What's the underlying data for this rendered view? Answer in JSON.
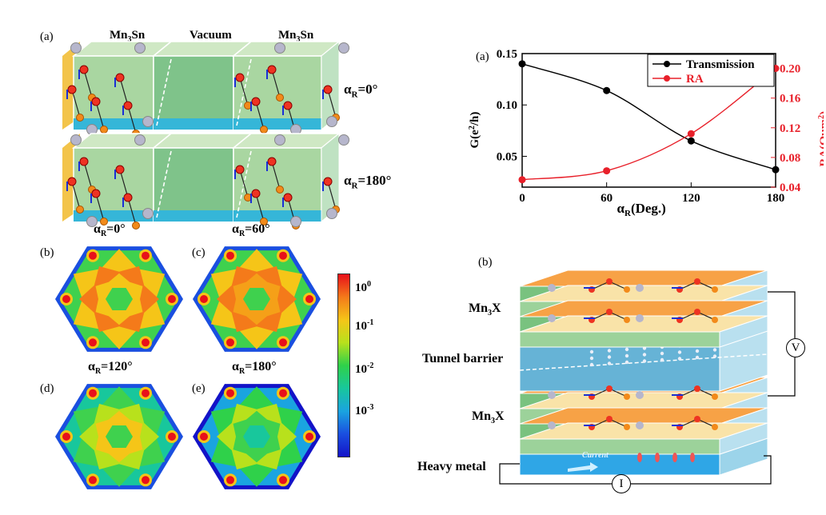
{
  "panel_a_structure": {
    "label": "(a)",
    "layers": [
      "Mn",
      "3",
      "Sn",
      "Vacuum"
    ],
    "angle_top": {
      "alpha": "α",
      "sub": "R",
      "value": "=0°"
    },
    "angle_bottom": {
      "alpha": "α",
      "sub": "R",
      "value": "=180°"
    }
  },
  "hex_panels": [
    {
      "label": "(b)",
      "title_alpha": "α",
      "title_sub": "R",
      "title_value": "=0°",
      "variant": 0
    },
    {
      "label": "(c)",
      "title_alpha": "α",
      "title_sub": "R",
      "title_value": "=60°",
      "variant": 1
    },
    {
      "label": "(d)",
      "title_alpha": "α",
      "title_sub": "R",
      "title_value": "=120°",
      "variant": 2
    },
    {
      "label": "(e)",
      "title_alpha": "α",
      "title_sub": "R",
      "title_value": "=180°",
      "variant": 3
    }
  ],
  "colorbar": {
    "base": "10",
    "exponents": [
      "0",
      "-1",
      "-2",
      "-3"
    ],
    "colors": [
      "#e8101a",
      "#f47a1a",
      "#f5c518",
      "#b8e11c",
      "#2fd14a",
      "#18c79c",
      "#1aa4e0",
      "#1a4fe0",
      "#1313c8"
    ]
  },
  "chart_data": {
    "type": "line",
    "label": "(a)",
    "x": [
      0,
      60,
      120,
      180
    ],
    "xlim": [
      0,
      180
    ],
    "xticks": [
      "0",
      "60",
      "120",
      "180"
    ],
    "xlabel": {
      "alpha": "α",
      "sub": "R",
      "rest": "(Deg.)"
    },
    "ylabel_left": {
      "text": "G(e",
      "sup": "2",
      "rest": "/h)"
    },
    "ylabel_right": {
      "text": "RA(Ωμm",
      "sup": "2",
      "rest": ")"
    },
    "ylim_left": [
      0.02,
      0.15
    ],
    "ylim_right": [
      0.04,
      0.22
    ],
    "yticks_left": [
      "0.05",
      "0.10",
      "0.15"
    ],
    "yticks_left_values": [
      0.05,
      0.1,
      0.15
    ],
    "yticks_right": [
      "0.04",
      "0.08",
      "0.12",
      "0.16",
      "0.20"
    ],
    "yticks_right_values": [
      0.04,
      0.08,
      0.12,
      0.16,
      0.2
    ],
    "series": [
      {
        "name": "Transmission",
        "axis": "left",
        "color": "#000000",
        "values": [
          0.14,
          0.114,
          0.065,
          0.037
        ]
      },
      {
        "name": "RA",
        "axis": "right",
        "color": "#e8202a",
        "values": [
          0.05,
          0.062,
          0.112,
          0.2
        ]
      }
    ]
  },
  "panel_b_device": {
    "label": "(b)",
    "top_layer": {
      "name": "Mn",
      "sub": "3",
      "rest": "X"
    },
    "barrier": "Tunnel barrier",
    "bottom_layer": {
      "name": "Mn",
      "sub": "3",
      "rest": "X"
    },
    "heavy_metal": "Heavy metal",
    "current": "Current",
    "voltmeter": "V",
    "ammeter": "I"
  }
}
